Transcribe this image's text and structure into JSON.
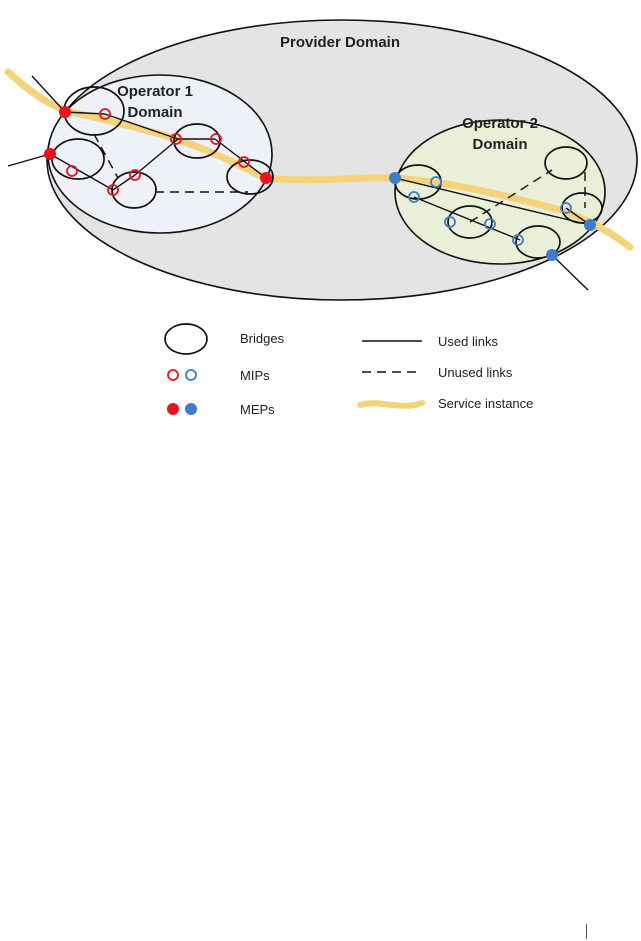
{
  "domains": {
    "provider": {
      "title": "Provider Domain"
    },
    "operator1": {
      "title_line1": "Operator 1",
      "title_line2": "Domain"
    },
    "operator2": {
      "title_line1": "Operator 2",
      "title_line2": "Domain"
    }
  },
  "legend": {
    "bridges": "Bridges",
    "mips": "MIPs",
    "meps": "MEPs",
    "used_links": "Used links",
    "unused_links": "Unused links",
    "service_instance": "Service instance"
  },
  "colors": {
    "provider_fill": "#e4e4e4",
    "operator1_fill": "#eef1f8",
    "operator2_fill": "#eaefd8",
    "operator1_point": "#e8141b",
    "operator2_point": "#3d7cc9",
    "service_instance": "#f5d37a"
  }
}
